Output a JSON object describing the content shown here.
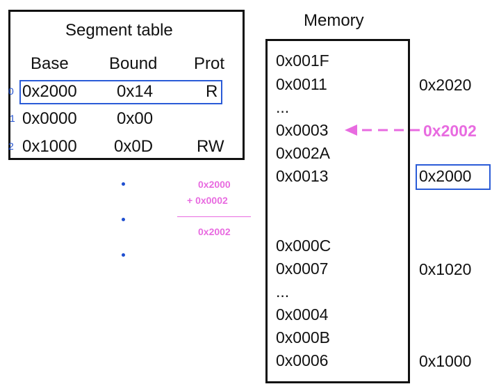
{
  "segment_table": {
    "title": "Segment table",
    "headers": [
      "Base",
      "Bound",
      "Prot"
    ],
    "rows": [
      {
        "index": "0",
        "base": "0x2000",
        "bound": "0x14",
        "prot": "R"
      },
      {
        "index": "1",
        "base": "0x0000",
        "bound": "0x00",
        "prot": ""
      },
      {
        "index": "2",
        "base": "0x1000",
        "bound": "0x0D",
        "prot": "RW"
      }
    ]
  },
  "calculation": {
    "operand1": "0x2000",
    "operand2": "+ 0x0002",
    "result": "0x2002"
  },
  "memory": {
    "title": "Memory",
    "cells": [
      "0x001F",
      "0x0011",
      "...",
      "0x0003",
      "0x002A",
      "0x0013",
      "0x000C",
      "0x0007",
      "...",
      "0x0004",
      "0x000B",
      "0x0006"
    ],
    "address_labels": [
      "0x2020",
      "0x2002",
      "0x2000",
      "0x1020",
      "0x1000"
    ]
  },
  "colors": {
    "highlight_blue": "#2a5bd7",
    "accent_pink": "#e86be0",
    "border": "#111111"
  }
}
